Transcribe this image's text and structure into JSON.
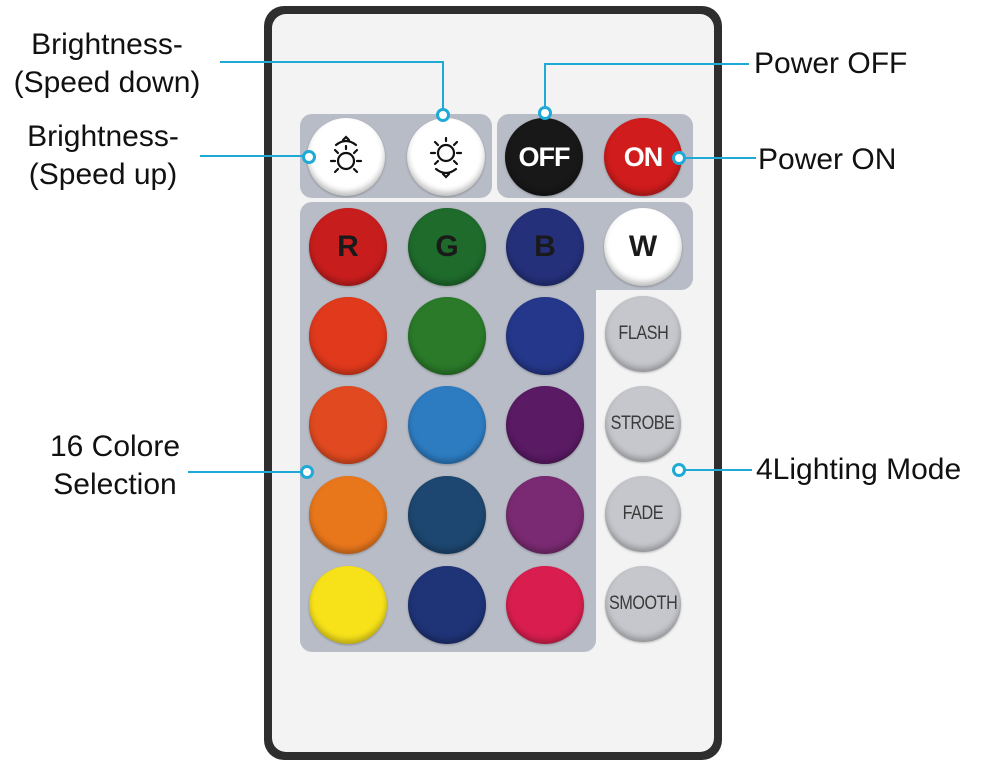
{
  "remote": {
    "top_row": {
      "brightness_up_icon": "sun-up-icon",
      "brightness_down_icon": "sun-down-icon",
      "off_label": "OFF",
      "on_label": "ON"
    },
    "rgbw": {
      "r": "R",
      "g": "G",
      "b": "B",
      "w": "W"
    },
    "colors": {
      "r": "#c81d1d",
      "g": "#1e6b2c",
      "b": "#24307a",
      "w": "#ffffff",
      "grid": [
        [
          "#e0391c",
          "#2a7a29",
          "#25378a"
        ],
        [
          "#e14a20",
          "#2d7cc2",
          "#5a1a64"
        ],
        [
          "#e8771c",
          "#1d4770",
          "#7a2a72"
        ],
        [
          "#f7e21a",
          "#1f3377",
          "#d91e4f"
        ]
      ],
      "off_button": "#181818",
      "on_button": "#d01c1c",
      "panel": "#b8bcc6"
    },
    "modes": [
      "FLASH",
      "STROBE",
      "FADE",
      "SMOOTH"
    ]
  },
  "callouts": {
    "brightness_down": [
      "Brightness-",
      "(Speed down)"
    ],
    "brightness_up": [
      "Brightness-",
      "(Speed up)"
    ],
    "power_off": "Power OFF",
    "power_on": "Power ON",
    "colors": [
      "16 Colore",
      "Selection"
    ],
    "modes": "4Lighting Mode"
  },
  "accent_color": "#1fa9d6"
}
